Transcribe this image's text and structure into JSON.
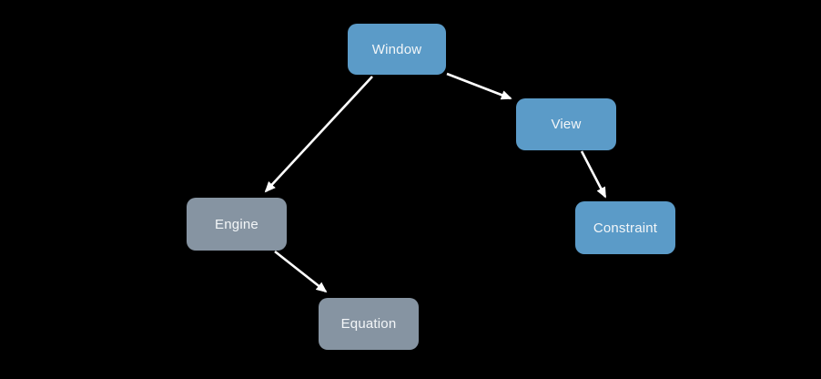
{
  "diagram": {
    "type": "flowchart",
    "background_color": "#000000",
    "arrow_color": "#ffffff",
    "node_text_color": "#f3f6f8",
    "node_colors": {
      "blue": "#5b9bc8",
      "gray": "#8694a2"
    },
    "nodes": [
      {
        "id": "window",
        "label": "Window",
        "color": "#5b9bc8"
      },
      {
        "id": "view",
        "label": "View",
        "color": "#5b9bc8"
      },
      {
        "id": "constraint",
        "label": "Constraint",
        "color": "#5b9bc8"
      },
      {
        "id": "engine",
        "label": "Engine",
        "color": "#8694a2"
      },
      {
        "id": "equation",
        "label": "Equation",
        "color": "#8694a2"
      }
    ],
    "edges": [
      {
        "from": "Window",
        "to": "Engine"
      },
      {
        "from": "Window",
        "to": "View"
      },
      {
        "from": "View",
        "to": "Constraint"
      },
      {
        "from": "Engine",
        "to": "Equation"
      }
    ]
  }
}
